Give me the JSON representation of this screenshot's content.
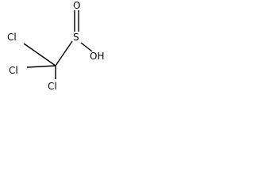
{
  "molecule": {
    "atoms": {
      "cl_top": "Cl",
      "cl_left": "Cl",
      "cl_bottom": "Cl",
      "sulfur": "S",
      "oxygen": "O",
      "hydroxyl": "OH"
    },
    "colors": {
      "bond": "#000000",
      "text": "#000000",
      "background": "#ffffff"
    }
  }
}
